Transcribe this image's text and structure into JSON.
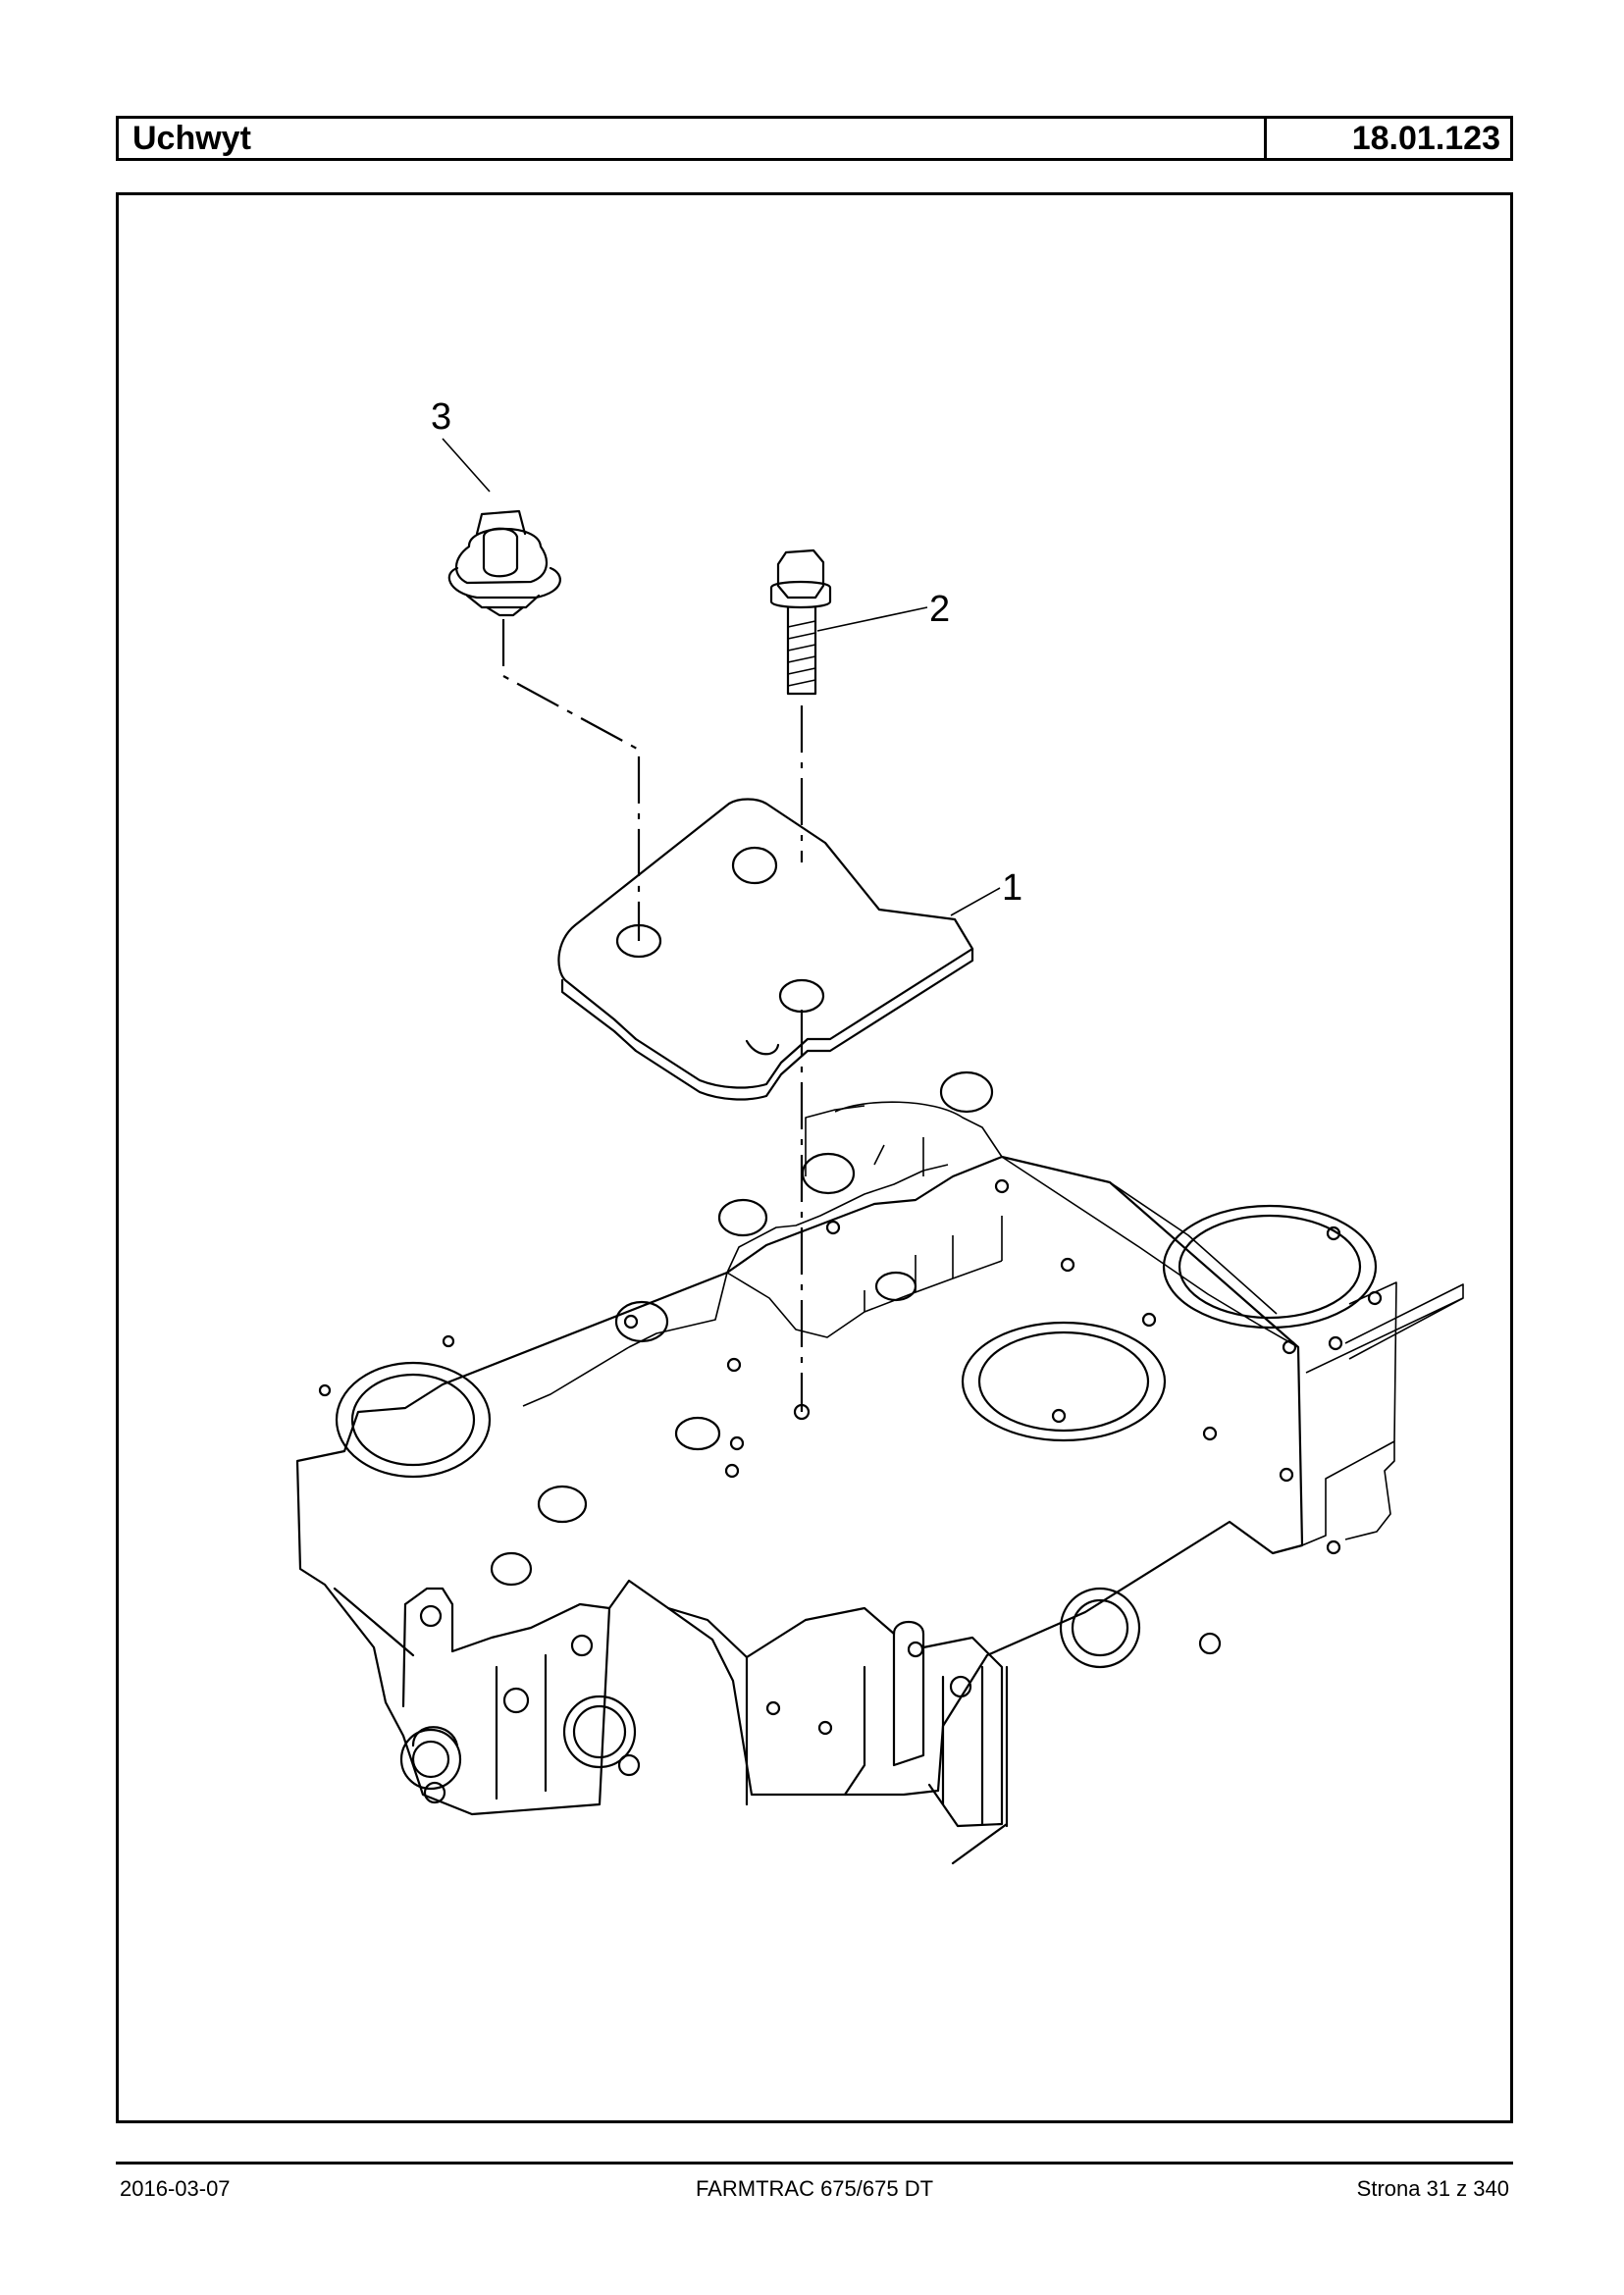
{
  "header": {
    "title": "Uchwyt",
    "code": "18.01.123"
  },
  "diagram": {
    "callouts": [
      "1",
      "2",
      "3"
    ],
    "parts": [
      "bracket-plate",
      "flange-bolt",
      "hose-clip",
      "cylinder-head"
    ]
  },
  "footer": {
    "date": "2016-03-07",
    "model": "FARMTRAC 675/675 DT",
    "page": "Strona 31 z 340"
  }
}
